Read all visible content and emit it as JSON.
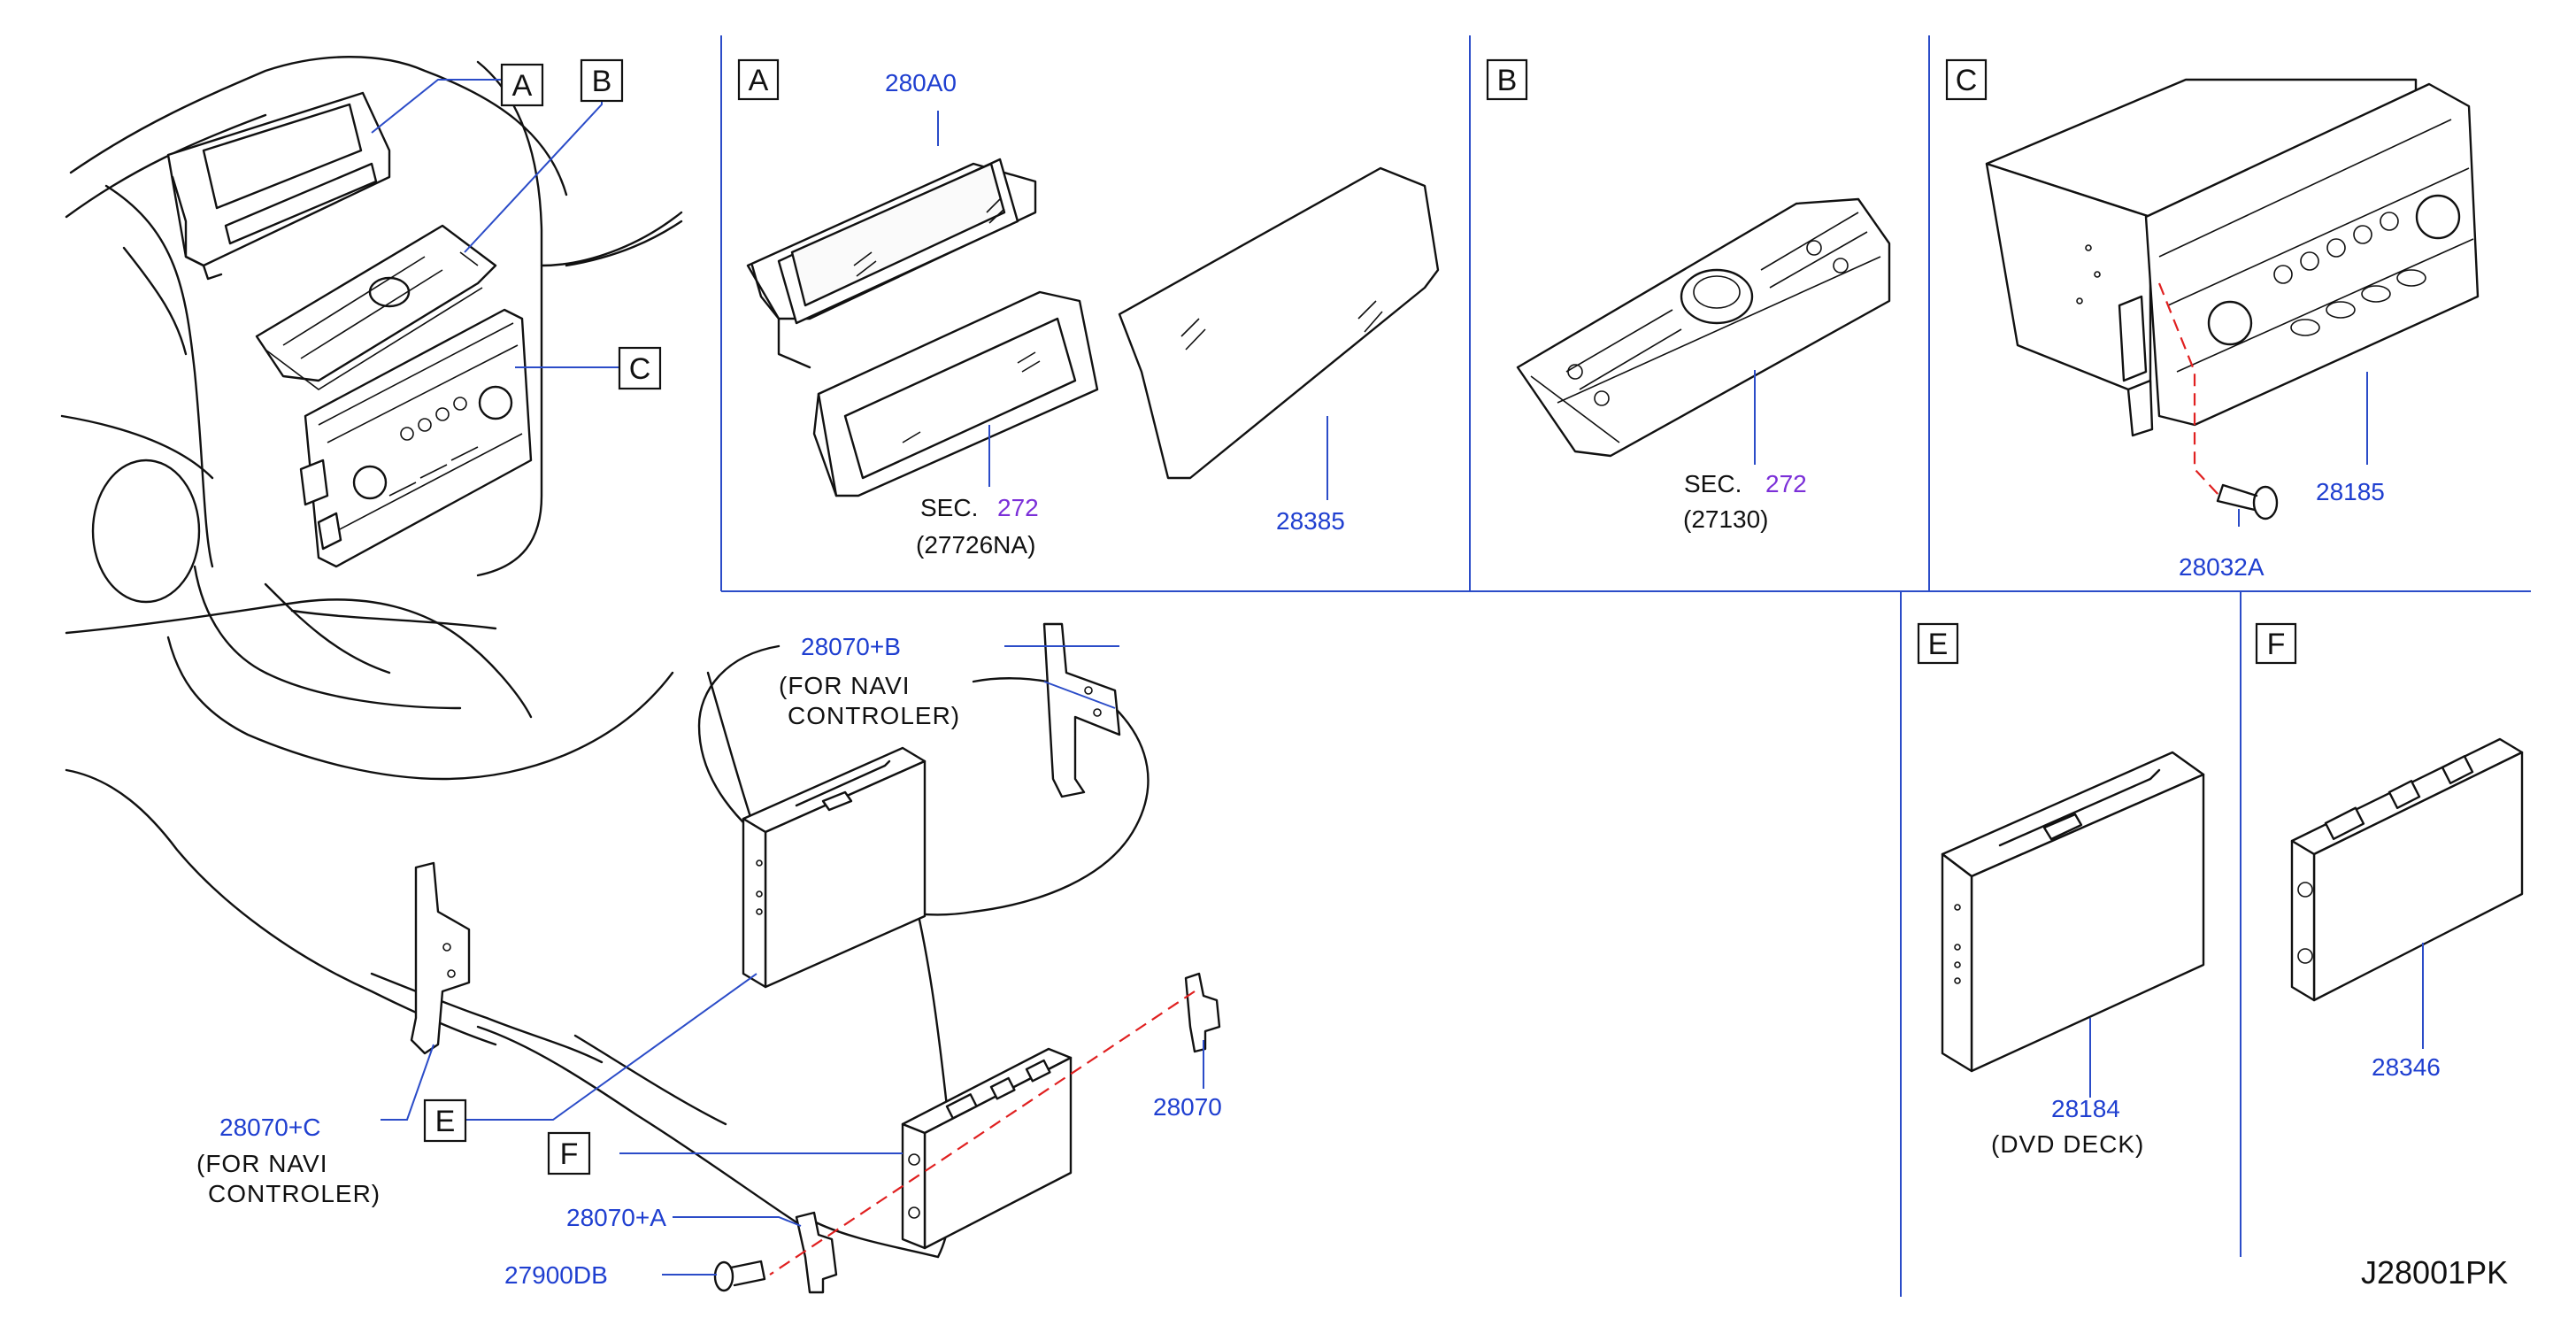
{
  "diagram": {
    "code": "J28001PK",
    "callouts": {
      "A": "A",
      "B": "B",
      "C": "C",
      "E": "E",
      "F": "F"
    },
    "panels": {
      "A": {
        "label": "A",
        "top_part": "280A0",
        "sec_text": "SEC.",
        "sec_num": "272",
        "sec_paren": "(27726NA)",
        "glass_part": "28385"
      },
      "B": {
        "label": "B",
        "sec_text": "SEC.",
        "sec_num": "272",
        "sec_paren": "(27130)"
      },
      "C": {
        "label": "C",
        "unit_part": "28185",
        "screw_part": "28032A"
      },
      "E": {
        "label": "E",
        "part": "28184",
        "note": "(DVD DECK)"
      },
      "F": {
        "label": "F",
        "part": "28346"
      }
    },
    "parts": {
      "bracket_b": "28070+B",
      "bracket_b_note1": "(FOR NAVI",
      "bracket_b_note2": "CONTROLER)",
      "bracket_c": "28070+C",
      "bracket_c_note1": "(FOR NAVI",
      "bracket_c_note2": "CONTROLER)",
      "bracket": "28070",
      "bracket_a": "28070+A",
      "screw": "27900DB"
    }
  }
}
